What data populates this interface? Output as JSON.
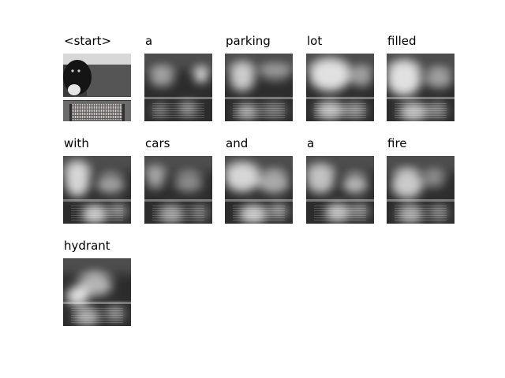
{
  "figure": {
    "panels": [
      {
        "word": "<start>",
        "kind": "photo"
      },
      {
        "word": "a",
        "kind": "attention",
        "variant": 0
      },
      {
        "word": "parking",
        "kind": "attention",
        "variant": 1
      },
      {
        "word": "lot",
        "kind": "attention",
        "variant": 2
      },
      {
        "word": "filled",
        "kind": "attention",
        "variant": 3
      },
      {
        "word": "with",
        "kind": "attention",
        "variant": 4
      },
      {
        "word": "cars",
        "kind": "attention",
        "variant": 5
      },
      {
        "word": "and",
        "kind": "attention",
        "variant": 6
      },
      {
        "word": "a",
        "kind": "attention",
        "variant": 7
      },
      {
        "word": "fire",
        "kind": "attention",
        "variant": 8
      },
      {
        "word": "hydrant",
        "kind": "attention",
        "variant": 9
      }
    ]
  }
}
